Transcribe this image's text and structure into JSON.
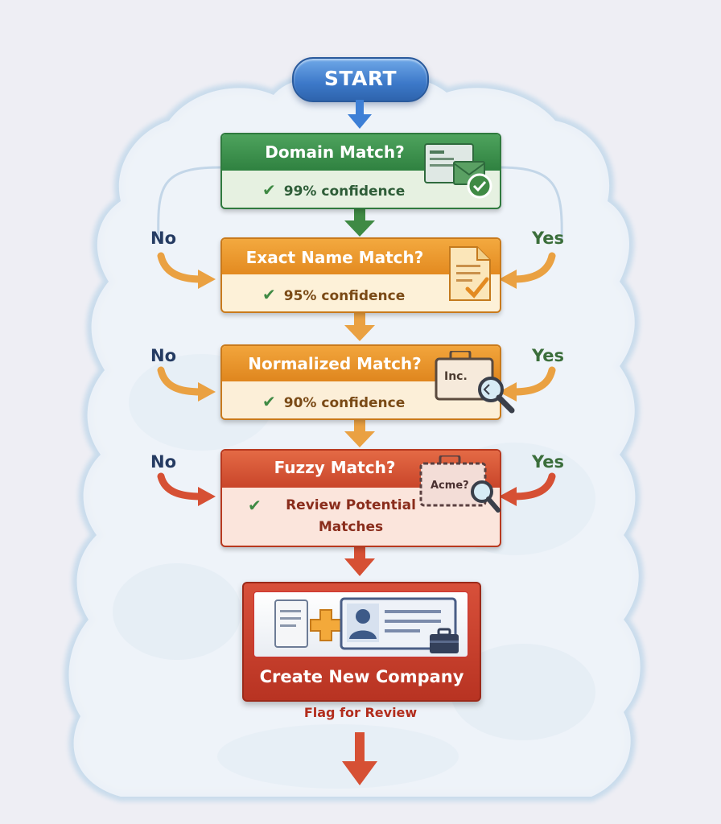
{
  "start": {
    "label": "START"
  },
  "branch_labels": {
    "no": "No",
    "yes": "Yes"
  },
  "steps": [
    {
      "title": "Domain Match?",
      "result": "99% confidence",
      "icon": "email-card-check-icon",
      "theme": {
        "header": "#3f9350",
        "body": "#e6f1e1",
        "text": "#2e5d38"
      }
    },
    {
      "title": "Exact Name Match?",
      "result": "95% confidence",
      "icon": "document-check-icon",
      "theme": {
        "header": "#ec9a2a",
        "body": "#fdf1d8",
        "text": "#7a4a16"
      }
    },
    {
      "title": "Normalized Match?",
      "result": "90% confidence",
      "icon": "briefcase-magnifier-icon",
      "icon_text": "Inc.",
      "theme": {
        "header": "#e8902c",
        "body": "#fcefd8",
        "text": "#7a4a16"
      }
    },
    {
      "title": "Fuzzy Match?",
      "result_lines": [
        "Review Potential",
        "Matches"
      ],
      "icon": "briefcase-dashed-magnifier-icon",
      "icon_text": "Acme?",
      "theme": {
        "header": "#dd5a3a",
        "body": "#fbe5dc",
        "text": "#8a2d1c"
      }
    }
  ],
  "final": {
    "label": "Create New Company",
    "icon": "profile-card-add-icon",
    "note": "Flag for Review"
  },
  "colors": {
    "blue_arrow": "#3d7fd6",
    "green_arrow": "#3f8a44",
    "orange_arrow": "#eaa142",
    "red_arrow": "#d65034"
  }
}
